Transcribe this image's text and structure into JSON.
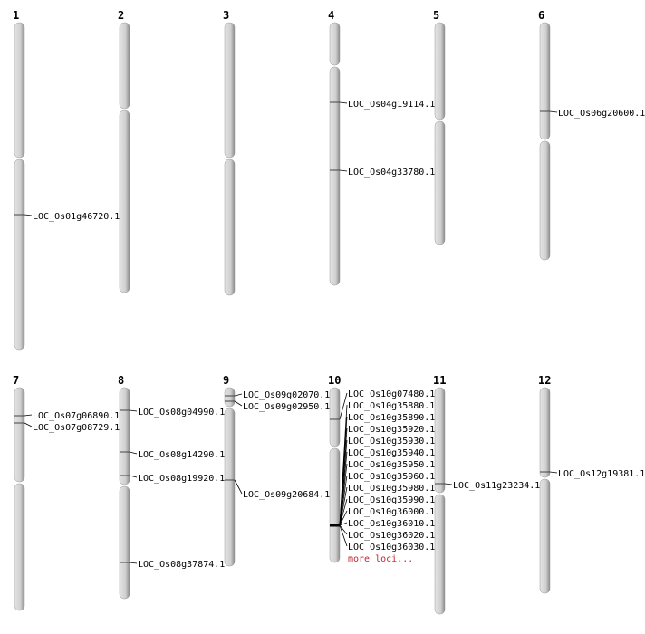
{
  "chromosomes": [
    {
      "name": "1",
      "loci": [
        "LOC_Os01g46720.1"
      ]
    },
    {
      "name": "2",
      "loci": []
    },
    {
      "name": "3",
      "loci": []
    },
    {
      "name": "4",
      "loci": [
        "LOC_Os04g19114.1",
        "LOC_Os04g33780.1"
      ]
    },
    {
      "name": "5",
      "loci": []
    },
    {
      "name": "6",
      "loci": [
        "LOC_Os06g20600.1"
      ]
    },
    {
      "name": "7",
      "loci": [
        "LOC_Os07g06890.1",
        "LOC_Os07g08729.1"
      ]
    },
    {
      "name": "8",
      "loci": [
        "LOC_Os08g04990.1",
        "LOC_Os08g14290.1",
        "LOC_Os08g19920.1",
        "LOC_Os08g37874.1"
      ]
    },
    {
      "name": "9",
      "loci": [
        "LOC_Os09g02070.1",
        "LOC_Os09g02950.1",
        "LOC_Os09g20684.1"
      ]
    },
    {
      "name": "10",
      "loci": [
        "LOC_Os10g07480.1",
        "LOC_Os10g35880.1",
        "LOC_Os10g35890.1",
        "LOC_Os10g35920.1",
        "LOC_Os10g35930.1",
        "LOC_Os10g35940.1",
        "LOC_Os10g35950.1",
        "LOC_Os10g35960.1",
        "LOC_Os10g35980.1",
        "LOC_Os10g35990.1",
        "LOC_Os10g36000.1",
        "LOC_Os10g36010.1",
        "LOC_Os10g36020.1",
        "LOC_Os10g36030.1"
      ],
      "more": "more loci..."
    },
    {
      "name": "11",
      "loci": [
        "LOC_Os11g23234.1"
      ]
    },
    {
      "name": "12",
      "loci": [
        "LOC_Os12g19381.1"
      ]
    }
  ],
  "colors": {
    "chromosome": "#d4d4d4",
    "edge": "#777777",
    "more_link": "#c0272d"
  }
}
